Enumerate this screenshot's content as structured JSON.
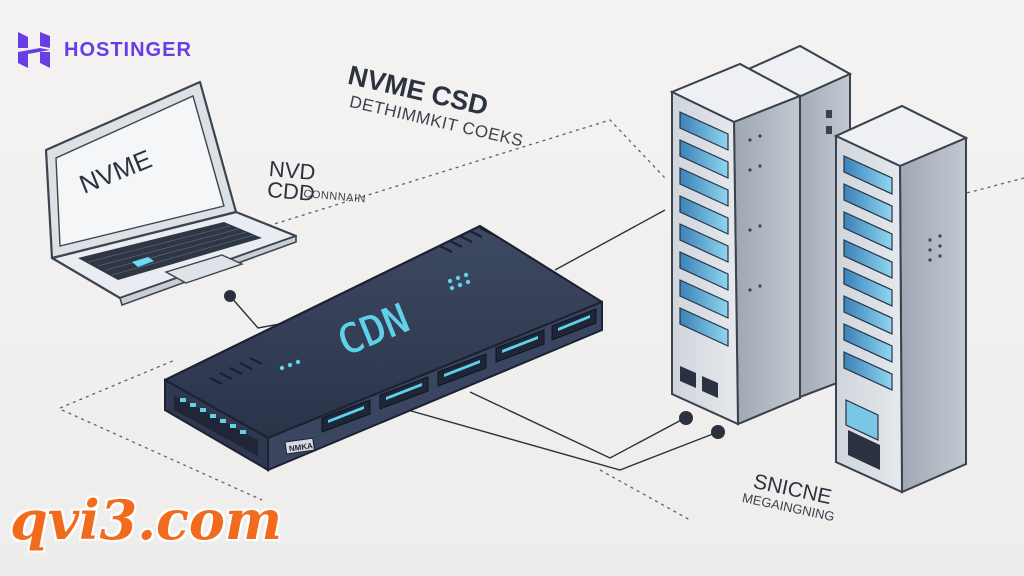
{
  "brand": {
    "name": "HOSTINGER",
    "logo_color": "#673de6",
    "logo_icon": "hostinger-logo"
  },
  "laptop": {
    "screen_text": "NVME"
  },
  "labels": {
    "nvme_csd": "NVME CSD",
    "nvme_csd_sub": "DETHIMMKIT COEKS",
    "nvd_cdd": "NVD\nCDD",
    "connection": "CONNNAIN",
    "storage": "SNICNE",
    "storage_sub": "MEGAINGNING"
  },
  "cdn_device": {
    "label": "CDN",
    "port_tag": "NMKA",
    "glow_color": "#5fd2ea"
  },
  "watermark": {
    "text": "qvi3.com",
    "color": "#f26b1d"
  }
}
